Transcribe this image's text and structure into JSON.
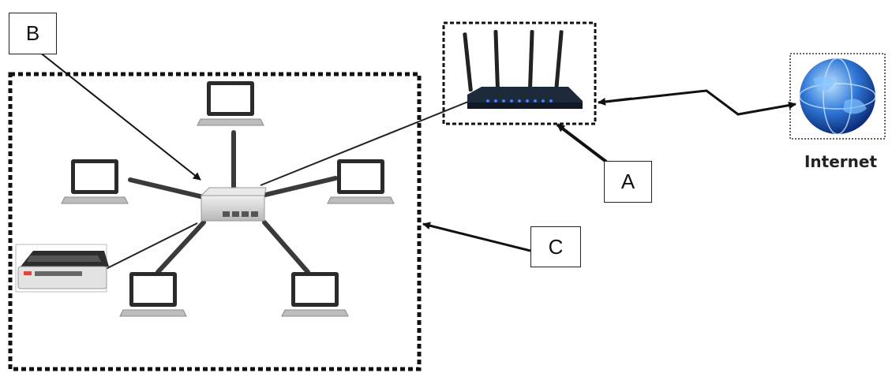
{
  "labels": {
    "a": "A",
    "b": "B",
    "c": "C",
    "internet": "Internet"
  },
  "icons": {
    "router": "router-icon",
    "switch": "network-switch-icon",
    "globe": "globe-icon",
    "laptop": "laptop-icon",
    "printer": "printer-icon"
  },
  "colors": {
    "line": "#111111",
    "cable": "#3a3a3a",
    "router_body": "#1c2a3a",
    "router_led": "#3d7fff",
    "globe_blue": "#2f78d8"
  }
}
